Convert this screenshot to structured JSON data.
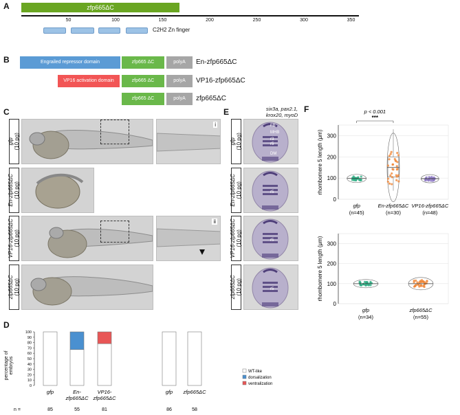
{
  "panels": {
    "A": "A",
    "B": "B",
    "C": "C",
    "D": "D",
    "E": "E",
    "F": "F"
  },
  "panelA": {
    "bar_label": "zfp665ΔC",
    "axis_ticks": [
      "50",
      "100",
      "150",
      "200",
      "250",
      "300",
      "350"
    ],
    "domain_label": "C2H2 Zn finger",
    "colors": {
      "bar": "#6aa622",
      "domain": "#9dc3e6"
    }
  },
  "panelB": {
    "rows": [
      {
        "blocks": [
          "Engrailed repressor domain",
          "zfp665 ΔC",
          "polyA"
        ],
        "name": "En-zfp665ΔC"
      },
      {
        "blocks": [
          "VP16 activation domain",
          "zfp665 ΔC",
          "polyA"
        ],
        "name": "VP16-zfp665ΔC"
      },
      {
        "blocks": [
          "zfp665 ΔC",
          "polyA"
        ],
        "name": "zfp665ΔC"
      }
    ],
    "colors": {
      "engrailed": "#5b9bd5",
      "vp16": "#f25555",
      "zfp": "#6ab84a",
      "polyA": "#a6a6a6"
    }
  },
  "panelC": {
    "conditions": [
      {
        "gene": "gfp",
        "dose": "(10 pg)"
      },
      {
        "gene": "En-zfp665ΔC",
        "dose": "(10 pg)"
      },
      {
        "gene": "VP16-zfp665ΔC",
        "dose": "(10 pg)"
      },
      {
        "gene": "zfp665ΔC",
        "dose": "(10 pg)"
      }
    ],
    "insets": [
      "i",
      "ii"
    ]
  },
  "panelD": {
    "ylabel": "percentage of embryos",
    "yticks": [
      "0",
      "10",
      "20",
      "30",
      "40",
      "50",
      "60",
      "70",
      "80",
      "90",
      "100"
    ],
    "categories": [
      "gfp",
      "En-zfp665ΔC",
      "VP16-zfp665ΔC",
      "gfp",
      "zfp665ΔC"
    ],
    "n_label": "n =",
    "n_values": [
      "85",
      "55",
      "81",
      "86",
      "58"
    ],
    "legend": [
      "WT-like",
      "dorsalization",
      "ventralization"
    ],
    "colors": {
      "wt": "#ffffff",
      "dorsal": "#4a90d0",
      "ventral": "#e85656"
    }
  },
  "chart_data": [
    {
      "type": "bar",
      "ylabel": "percentage of embryos",
      "ylim": [
        0,
        100
      ],
      "categories": [
        "gfp",
        "En-zfp665ΔC",
        "VP16-zfp665ΔC",
        "gfp",
        "zfp665ΔC"
      ],
      "series": [
        {
          "name": "WT-like",
          "values": [
            100,
            67,
            78,
            100,
            100
          ]
        },
        {
          "name": "dorsalization",
          "values": [
            0,
            33,
            0,
            0,
            0
          ]
        },
        {
          "name": "ventralization",
          "values": [
            0,
            0,
            22,
            0,
            0
          ]
        }
      ],
      "legend_position": "right"
    },
    {
      "type": "scatter",
      "ylabel": "rhombomere 5 length (μm)",
      "ylim": [
        0,
        350
      ],
      "yticks": [
        0,
        100,
        200,
        300
      ],
      "categories": [
        "gfp",
        "En-zfp665ΔC",
        "VP16-zfp665ΔC"
      ],
      "n": [
        "(n=45)",
        "(n=30)",
        "(n=48)"
      ],
      "medians": [
        98,
        150,
        97
      ],
      "annotation_p": "p < 0.001",
      "annotation_stars": "***",
      "grid": true
    },
    {
      "type": "scatter",
      "ylabel": "rhombomere 5 length (μm)",
      "ylim": [
        0,
        350
      ],
      "yticks": [
        0,
        100,
        200,
        300
      ],
      "categories": [
        "gfp",
        "zfp665ΔC"
      ],
      "n": [
        "(n=34)",
        "(n=55)"
      ],
      "medians": [
        100,
        100
      ],
      "grid": true
    }
  ],
  "panelE": {
    "header": [
      "six3a, pax2.1,",
      "krox20, myoD"
    ],
    "conditions": [
      {
        "gene": "gfp",
        "dose": "(10 pg)"
      },
      {
        "gene": "En-zfp665ΔC",
        "dose": "(10 pg)"
      },
      {
        "gene": "VP16-zfp665ΔC",
        "dose": "(10 pg)"
      },
      {
        "gene": "zfp665ΔC",
        "dose": "(10 pg)"
      }
    ],
    "marks_first": [
      "FB",
      "MHB",
      "r3",
      "r5",
      "DM"
    ],
    "mark_r5": "r5"
  }
}
